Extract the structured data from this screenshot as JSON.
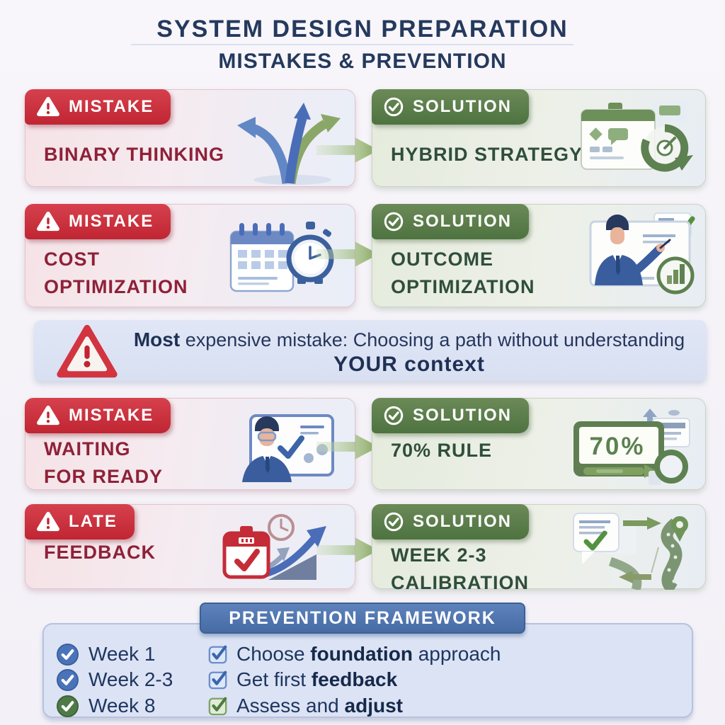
{
  "title": {
    "line1": "SYSTEM DESIGN PREPARATION",
    "line2": "MISTAKES & PREVENTION"
  },
  "rows": [
    {
      "mistake": {
        "badge": "MISTAKE",
        "line1": "BINARY THINKING",
        "line2": "",
        "icon": "diverging-paths-icon"
      },
      "solution": {
        "badge": "SOLUTION",
        "line1": "HYBRID STRATEGY",
        "line2": "",
        "icon": "hybrid-plan-icon"
      }
    },
    {
      "mistake": {
        "badge": "MISTAKE",
        "line1": "COST",
        "line2": "OPTIMIZATION",
        "icon": "calendar-stopwatch-icon"
      },
      "solution": {
        "badge": "SOLUTION",
        "line1": "OUTCOME",
        "line2": "OPTIMIZATION",
        "icon": "presenter-screen-icon"
      }
    },
    {
      "mistake": {
        "badge": "MISTAKE",
        "line1": "WAITING",
        "line2": "FOR READY",
        "icon": "waiting-person-icon"
      },
      "solution": {
        "badge": "SOLUTION",
        "line1": "70% RULE",
        "line2": "",
        "icon": "seventy-percent-icon"
      }
    },
    {
      "mistake": {
        "badge": "LATE",
        "line1": "FEEDBACK",
        "line2": "",
        "icon": "late-feedback-clock-icon"
      },
      "solution": {
        "badge": "SOLUTION",
        "line1": "WEEK 2-3",
        "line2": "CALIBRATION",
        "icon": "calibration-road-icon"
      }
    }
  ],
  "callout": {
    "lead_bold": "Most",
    "line1_rest": " expensive mistake:  Choosing a path without understanding",
    "line2": "YOUR context"
  },
  "framework": {
    "banner": "PREVENTION FRAMEWORK",
    "items": [
      {
        "week": "Week 1",
        "task_pre": "Choose ",
        "task_bold": "foundation",
        "task_post": " approach",
        "color": "blue"
      },
      {
        "week": "Week 2-3",
        "task_pre": "Get first ",
        "task_bold": "feedback",
        "task_post": "",
        "color": "blue"
      },
      {
        "week": "Week 8",
        "task_pre": "Assess and ",
        "task_bold": "adjust",
        "task_post": "",
        "color": "green"
      }
    ]
  },
  "icons": {
    "seventy_label": "70%",
    "names": [
      "warning-triangle-icon",
      "check-circle-icon",
      "diverging-paths-icon",
      "hybrid-plan-icon",
      "calendar-stopwatch-icon",
      "presenter-screen-icon",
      "waiting-person-icon",
      "seventy-percent-icon",
      "late-feedback-clock-icon",
      "calibration-road-icon",
      "week-check-icon",
      "task-checkbox-icon"
    ]
  },
  "colors": {
    "title_navy": "#24395d",
    "mistake_badge_red": "#c42c38",
    "mistake_text_red": "#8e2138",
    "solution_badge_green": "#5c7d4a",
    "solution_text_green": "#2f4e3b",
    "arrow_green": "#8aab63",
    "callout_bg": "#dde3f4",
    "banner_blue": "#4a72ae",
    "panel_bg": "#dce3f4",
    "week_blue": "#4a74ba",
    "week_green": "#4f7a45"
  }
}
